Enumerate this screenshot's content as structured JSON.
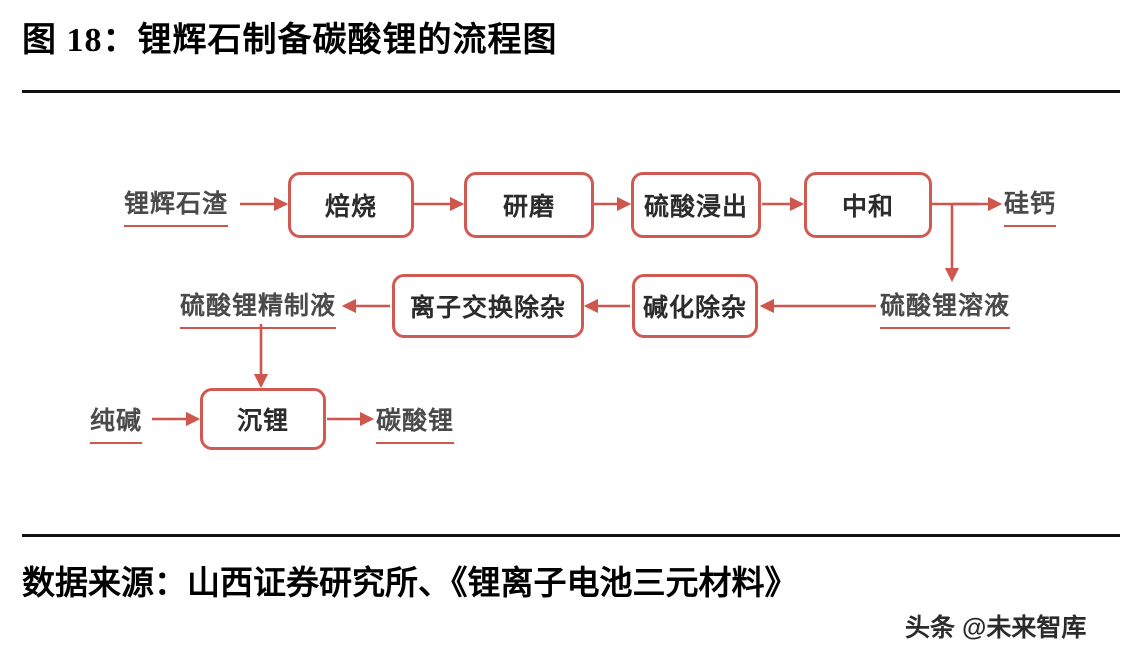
{
  "figure": {
    "title": "图 18：锂辉石制备碳酸锂的流程图",
    "source": "数据来源：山西证券研究所、《锂离子电池三元材料》",
    "watermark": "头条 @未来智库"
  },
  "colors": {
    "box_border": "#d05a52",
    "connector": "#cf564d",
    "underline": "#cf564d",
    "box_text": "#2b2b2b",
    "label_text": "#4a4a4a",
    "rule": "#111111"
  },
  "chart_data": {
    "type": "diagram",
    "diagram_kind": "process-flowchart",
    "title": "锂辉石制备碳酸锂的流程图",
    "direction": "left-to-right, serpentine (3 rows)",
    "nodes": [
      {
        "id": "n1",
        "label": "锂辉石渣",
        "kind": "input-label",
        "row": 1
      },
      {
        "id": "n2",
        "label": "焙烧",
        "kind": "process-box",
        "row": 1
      },
      {
        "id": "n3",
        "label": "研磨",
        "kind": "process-box",
        "row": 1
      },
      {
        "id": "n4",
        "label": "硫酸浸出",
        "kind": "process-box",
        "row": 1
      },
      {
        "id": "n5",
        "label": "中和",
        "kind": "process-box",
        "row": 1
      },
      {
        "id": "n6",
        "label": "硅钙",
        "kind": "output-label",
        "row": 1
      },
      {
        "id": "n7",
        "label": "硫酸锂溶液",
        "kind": "intermediate-label",
        "row": 2
      },
      {
        "id": "n8",
        "label": "碱化除杂",
        "kind": "process-box",
        "row": 2
      },
      {
        "id": "n9",
        "label": "离子交换除杂",
        "kind": "process-box",
        "row": 2
      },
      {
        "id": "n10",
        "label": "硫酸锂精制液",
        "kind": "intermediate-label",
        "row": 2
      },
      {
        "id": "n11",
        "label": "纯碱",
        "kind": "input-label",
        "row": 3
      },
      {
        "id": "n12",
        "label": "沉锂",
        "kind": "process-box",
        "row": 3
      },
      {
        "id": "n13",
        "label": "碳酸锂",
        "kind": "output-label",
        "row": 3
      }
    ],
    "edges": [
      {
        "from": "锂辉石渣",
        "to": "焙烧"
      },
      {
        "from": "焙烧",
        "to": "研磨"
      },
      {
        "from": "研磨",
        "to": "硫酸浸出"
      },
      {
        "from": "硫酸浸出",
        "to": "中和"
      },
      {
        "from": "中和",
        "to": "硅钙"
      },
      {
        "from": "中和",
        "to": "硫酸锂溶液"
      },
      {
        "from": "硫酸锂溶液",
        "to": "碱化除杂"
      },
      {
        "from": "碱化除杂",
        "to": "离子交换除杂"
      },
      {
        "from": "离子交换除杂",
        "to": "硫酸锂精制液"
      },
      {
        "from": "硫酸锂精制液",
        "to": "沉锂"
      },
      {
        "from": "纯碱",
        "to": "沉锂"
      },
      {
        "from": "沉锂",
        "to": "碳酸锂"
      }
    ]
  }
}
